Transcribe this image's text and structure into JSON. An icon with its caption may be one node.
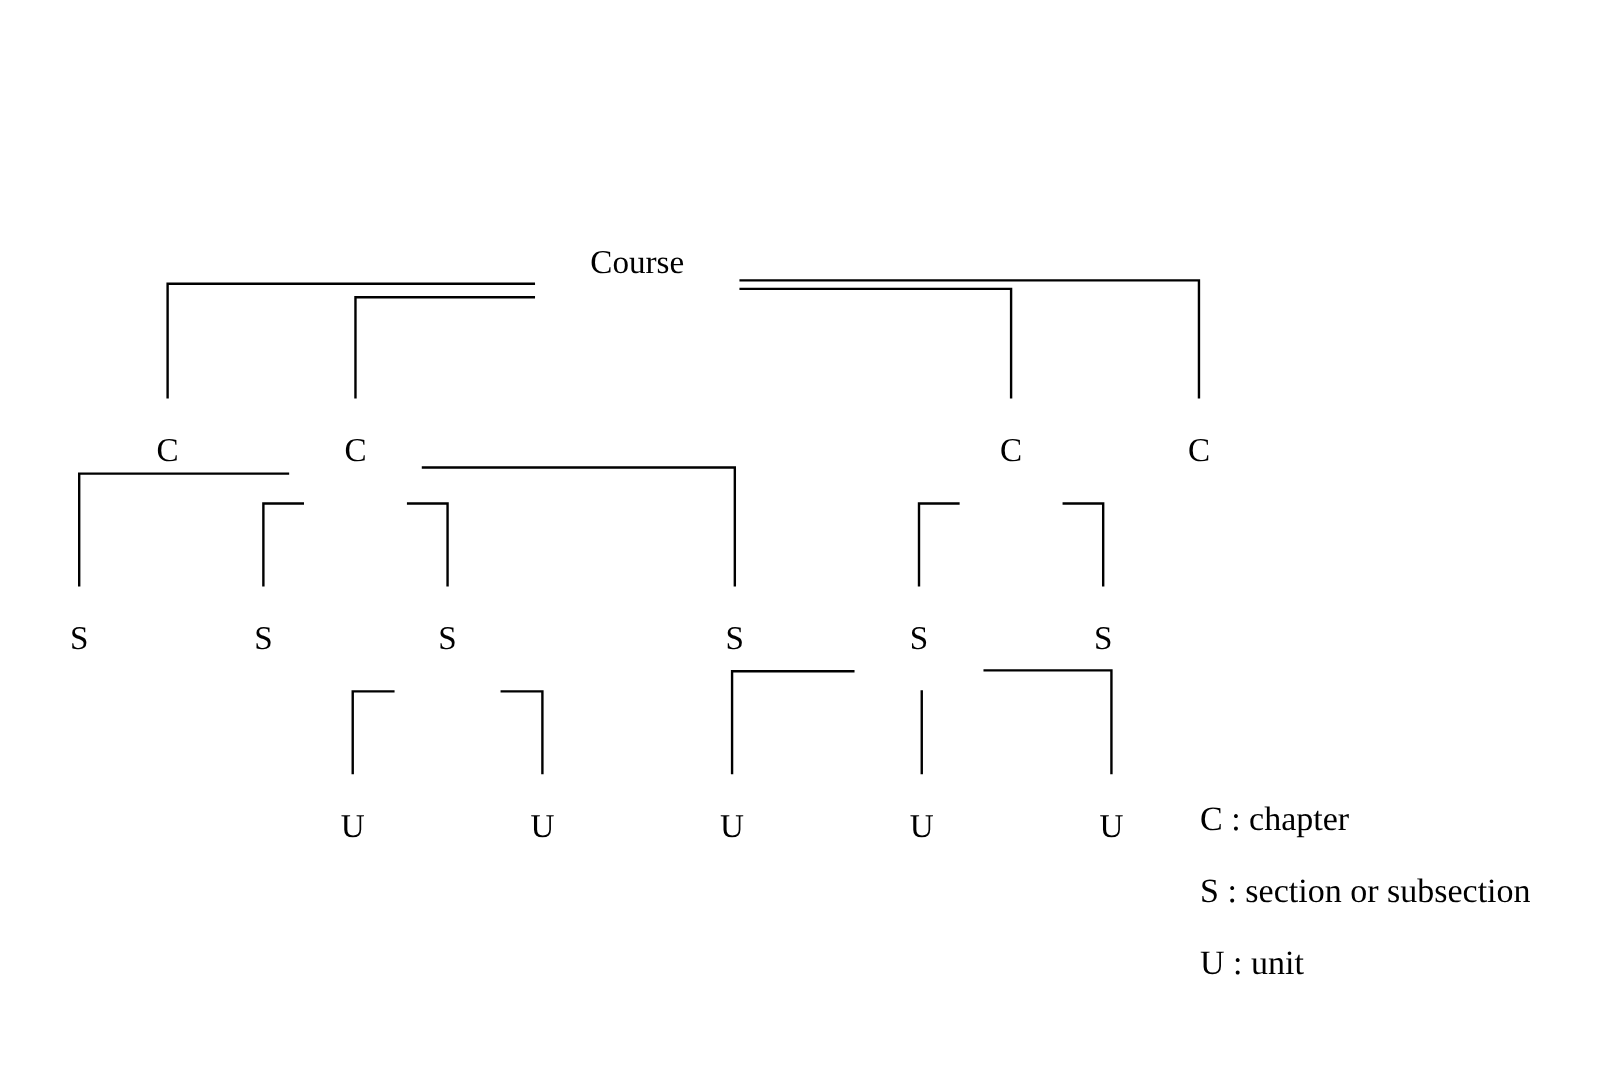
{
  "diagram": {
    "nodes": [
      {
        "text": [
          "Course"
        ]
      },
      {
        "text": [
          "C"
        ]
      },
      {
        "text": [
          "C"
        ]
      },
      {
        "text": [
          "C"
        ]
      },
      {
        "text": [
          "C"
        ]
      },
      {
        "text": [
          "S"
        ]
      },
      {
        "text": [
          "S"
        ]
      },
      {
        "text": [
          "S"
        ]
      },
      {
        "text": [
          "S"
        ]
      },
      {
        "text": [
          "S"
        ]
      },
      {
        "text": [
          "S"
        ]
      },
      {
        "text": [
          "U"
        ]
      },
      {
        "text": [
          "U"
        ]
      },
      {
        "text": [
          "U"
        ]
      },
      {
        "text": [
          "U"
        ]
      },
      {
        "text": [
          "U"
        ]
      }
    ],
    "edges": [
      {
        "from": 0,
        "to": 1,
        "arrow": "none"
      },
      {
        "from": 0,
        "to": 2,
        "arrow": "none"
      },
      {
        "from": 0,
        "to": 3,
        "arrow": "none"
      },
      {
        "from": 0,
        "to": 4,
        "arrow": "none"
      },
      {
        "from": 2,
        "to": 5,
        "arrow": "none"
      },
      {
        "from": 2,
        "to": 6,
        "arrow": "none"
      },
      {
        "from": 2,
        "to": 7,
        "arrow": "none"
      },
      {
        "from": 2,
        "to": 8,
        "arrow": "none"
      },
      {
        "from": 3,
        "to": 9,
        "arrow": "none"
      },
      {
        "from": 3,
        "to": 10,
        "arrow": "none"
      },
      {
        "from": 7,
        "to": 11,
        "arrow": "none"
      },
      {
        "from": 7,
        "to": 12,
        "arrow": "none"
      },
      {
        "from": 9,
        "to": 13,
        "arrow": "none"
      },
      {
        "from": 9,
        "to": 14,
        "arrow": "none"
      },
      {
        "from": 9,
        "to": 15,
        "arrow": "none"
      }
    ],
    "labels": [
      "C : chapter",
      "S : section or subsection",
      "U : unit"
    ]
  }
}
